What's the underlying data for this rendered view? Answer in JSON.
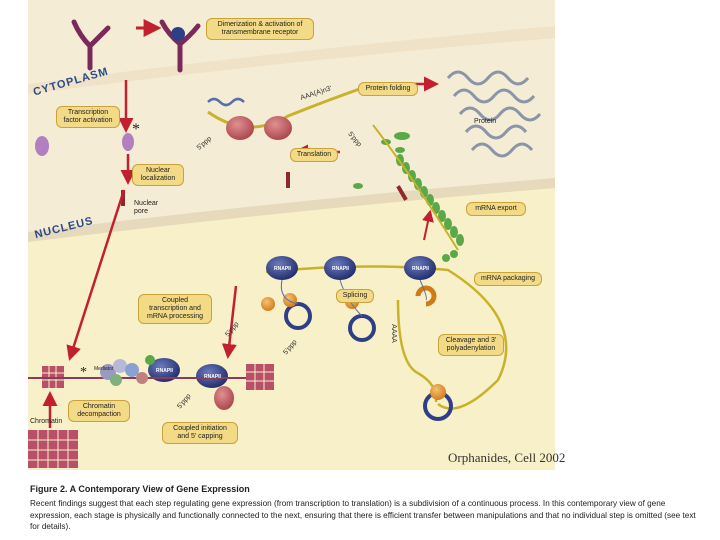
{
  "zones": {
    "cytoplasm": "CYTOPLASM",
    "nucleus": "NUCLEUS"
  },
  "labels": {
    "dimerization": "Dimerization & activation of transmembrane receptor",
    "tf_activation": "Transcription factor activation",
    "protein_folding": "Protein folding",
    "protein": "Protein",
    "translation": "Translation",
    "nuclear_localization": "Nuclear localization",
    "nuclear_pore": "Nuclear pore",
    "mrna_export": "mRNA export",
    "mrna_packaging": "mRNA packaging",
    "splicing": "Splicing",
    "coupled_transcription": "Coupled transcription and mRNA processing",
    "cleavage": "Cleavage and 3' polyadenylation",
    "chromatin_decompaction": "Chromatin decompaction",
    "coupled_initiation": "Coupled initiation and 5' capping",
    "chromatin": "Chromatin",
    "mediator": "Mediator",
    "polya_tail": "AAA(A)n3'",
    "aaaa": "AAAA",
    "cap": "5'ppp"
  },
  "polymerase": "RNAPII",
  "citation": "Orphanides, Cell 2002",
  "caption": {
    "title": "Figure 2.  A Contemporary View of Gene Expression",
    "body": "Recent findings suggest that each step regulating gene expression (from transcription to translation) is a subdivision of a continuous process. In this contemporary view of gene expression, each stage is physically and functionally connected to the next, ensuring that there is efficient transfer between manipulations and that no individual step is omitted (see text for details)."
  },
  "colors": {
    "cytoplasm": "#f5ecd5",
    "nucleus": "#f8f0c8",
    "membrane": "#d8c7a4",
    "arrow": "#c2202f",
    "label_fill": "#f2da86",
    "polymerase": "#2f3f86",
    "mrna": "#c8b22a",
    "ribosome": "#c8646a",
    "chromatin": "#b8506a",
    "receptor": "#7a2a5a",
    "protein_helix": "#8a95a8",
    "zone_text": "#2a4a8a"
  }
}
